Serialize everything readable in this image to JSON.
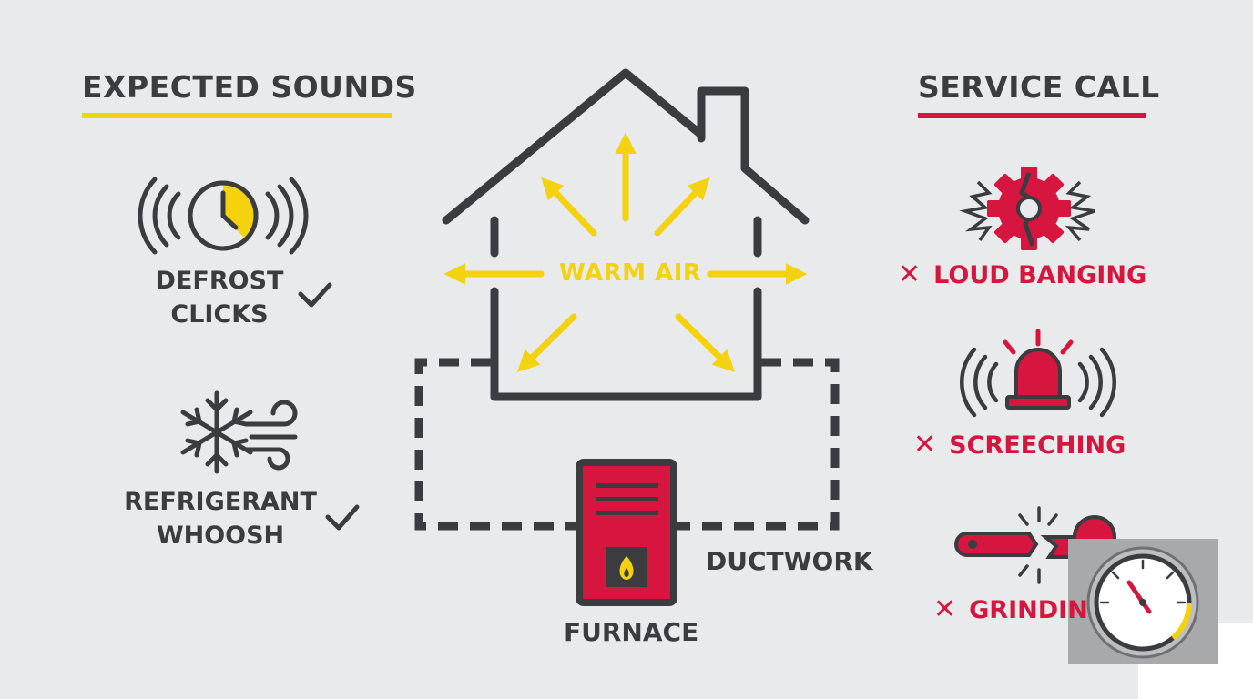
{
  "colors": {
    "background": "#e8eaeb",
    "dark": "#3a3c40",
    "yellow": "#f4d20e",
    "red": "#d6163e"
  },
  "expected": {
    "heading": "EXPECTED SOUNDS",
    "items": [
      {
        "lines": [
          "DEFROST",
          "CLICKS"
        ],
        "icon": "clock-sound-icon",
        "mark": "check-icon"
      },
      {
        "lines": [
          "REFRIGERANT",
          "WHOOSH"
        ],
        "icon": "snowflake-wind-icon",
        "mark": "check-icon"
      }
    ]
  },
  "service": {
    "heading": "SERVICE CALL",
    "items": [
      {
        "mark": "✕",
        "label": "LOUD BANGING",
        "icon": "broken-gear-icon"
      },
      {
        "mark": "✕",
        "label": "SCREECHING",
        "icon": "alarm-light-icon"
      },
      {
        "mark": "✕",
        "label": "GRINDIN",
        "icon": "broken-wrench-icon"
      }
    ]
  },
  "center": {
    "warm_air": "WARM AIR",
    "ductwork": "DUCTWORK",
    "furnace": "FURNACE"
  }
}
